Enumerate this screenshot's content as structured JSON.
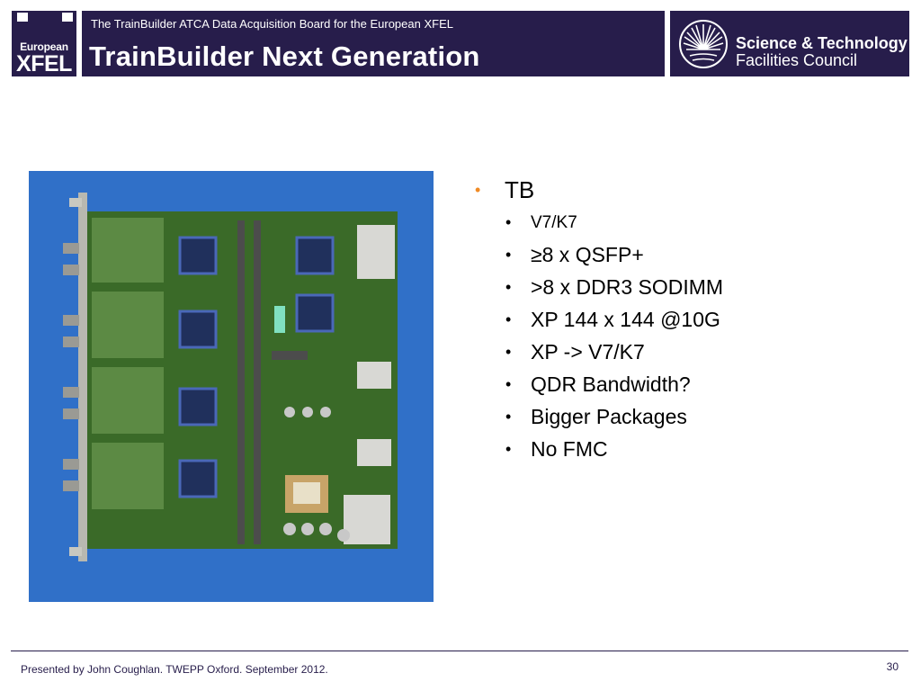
{
  "header": {
    "logo_line1": "European",
    "logo_line2": "XFEL",
    "subtitle": "The TrainBuilder ATCA Data Acquisition Board for the European XFEL",
    "title": "TrainBuilder Next Generation",
    "partner_logo_line1": "Science & Technology",
    "partner_logo_line2": "Facilities Council"
  },
  "content": {
    "main_bullet": "TB",
    "sub_bullets": [
      "V7/K7",
      "≥8 x QSFP+",
      ">8 x DDR3 SODIMM",
      "XP 144 x 144 @10G",
      "XP -> V7/K7",
      "QDR Bandwidth?",
      "Bigger Packages",
      "No FMC"
    ],
    "bullet_color": "#f08a24"
  },
  "footer": {
    "presenter": "Presented by John Coughlan. TWEPP Oxford. September  2012.",
    "page_number": "30"
  },
  "colors": {
    "brand_navy": "#271d4b",
    "photo_background": "#3070c8",
    "pcb_green": "#3a6a28"
  }
}
